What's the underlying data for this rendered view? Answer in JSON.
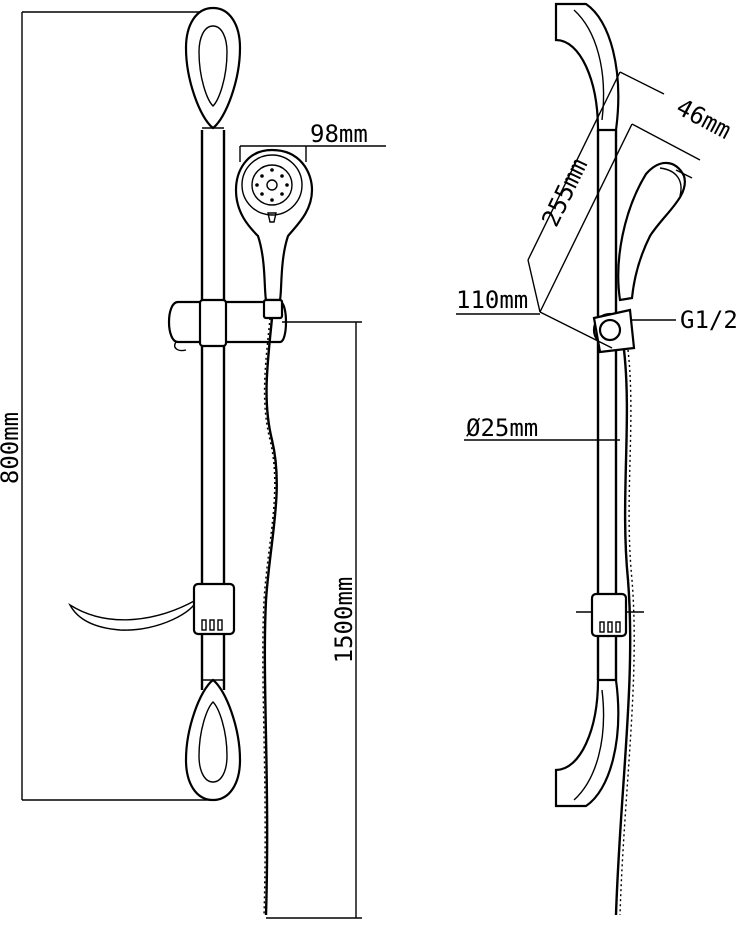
{
  "drawing": {
    "front_view": {
      "height_label": "800mm",
      "head_width_label": "98mm",
      "hose_length_label": "1500mm"
    },
    "side_view": {
      "head_length_label": "255mm",
      "head_depth_label": "46mm",
      "arm_offset_label": "110mm",
      "thread_label": "G1/2",
      "rail_diameter_label": "Ø25mm"
    },
    "line_color": "#000000",
    "background_color": "#ffffff"
  }
}
